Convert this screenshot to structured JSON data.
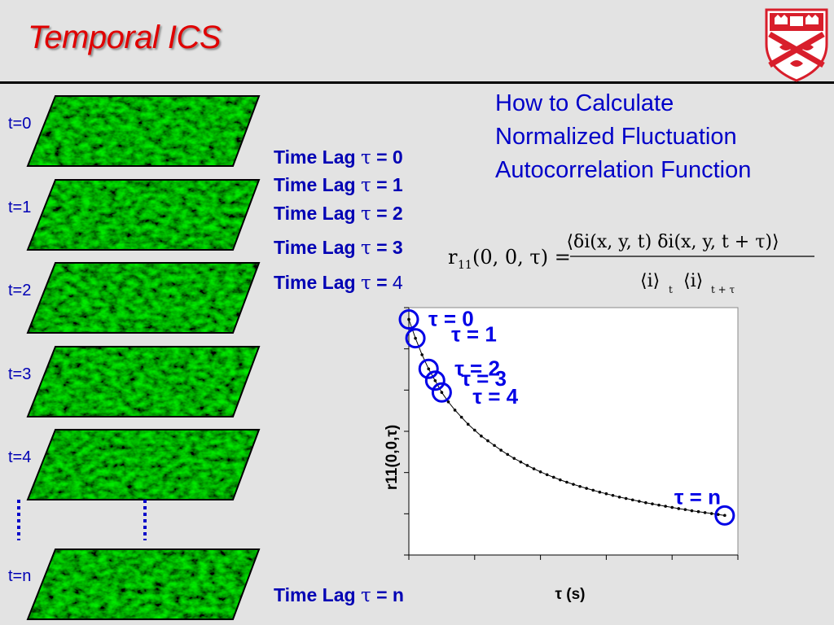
{
  "title": "Temporal ICS",
  "frames": [
    {
      "label": "t=0"
    },
    {
      "label": "t=1"
    },
    {
      "label": "t=2"
    },
    {
      "label": "t=3"
    },
    {
      "label": "t=4"
    },
    {
      "label": "t=n"
    }
  ],
  "time_lags": [
    {
      "prefix": "Time Lag",
      "tau": "τ",
      "eq": "=",
      "value": "0"
    },
    {
      "prefix": "Time Lag",
      "tau": "τ",
      "eq": "=",
      "value": "1"
    },
    {
      "prefix": "Time Lag",
      "tau": "τ",
      "eq": "=",
      "value": "2"
    },
    {
      "prefix": "Time Lag",
      "tau": "τ",
      "eq": "=",
      "value": "3"
    },
    {
      "prefix": "Time Lag",
      "tau": "τ",
      "eq": "=",
      "value": "4"
    },
    {
      "prefix": "Time Lag",
      "tau": "τ",
      "eq": "=",
      "value": "n"
    }
  ],
  "heading_lines": [
    "How to Calculate",
    "Normalized Fluctuation",
    "Autocorrelation Function"
  ],
  "formula": {
    "lhs": "r",
    "lhs_sub": "11",
    "lhs_args": "(0, 0, τ) =",
    "numerator": "⟨δi(x, y, t) δi(x, y, t + τ)⟩",
    "den_1": "⟨i⟩",
    "den_1_sub": "t",
    "den_2": "⟨i⟩",
    "den_2_sub": "t + τ"
  },
  "colors": {
    "title": "#e00000",
    "text_blue": "#0000b4",
    "frame_green": "#1fa81f",
    "crest_red": "#d81e2b"
  },
  "icons": {
    "crest": "mcgill-crest-icon"
  },
  "chart_data": {
    "type": "scatter",
    "ylabel": "r11(0,0,τ)",
    "xlabel": "τ (s)",
    "xlim": [
      0,
      50
    ],
    "ylim": [
      0,
      1.05
    ],
    "x": [
      0,
      1,
      2,
      3,
      4,
      5,
      6,
      7,
      8,
      9,
      10,
      11,
      12,
      13,
      14,
      15,
      16,
      17,
      18,
      19,
      20,
      21,
      22,
      23,
      24,
      25,
      26,
      27,
      28,
      29,
      30,
      31,
      32,
      33,
      34,
      35,
      36,
      37,
      38,
      39,
      40,
      41,
      42,
      43,
      44,
      45,
      46,
      47,
      48
    ],
    "y": [
      1.0,
      0.92,
      0.85,
      0.79,
      0.74,
      0.69,
      0.65,
      0.615,
      0.585,
      0.555,
      0.53,
      0.505,
      0.485,
      0.465,
      0.445,
      0.427,
      0.41,
      0.395,
      0.38,
      0.366,
      0.353,
      0.341,
      0.33,
      0.319,
      0.309,
      0.3,
      0.291,
      0.283,
      0.275,
      0.267,
      0.26,
      0.253,
      0.246,
      0.24,
      0.234,
      0.228,
      0.222,
      0.217,
      0.212,
      0.207,
      0.202,
      0.197,
      0.193,
      0.188,
      0.184,
      0.18,
      0.176,
      0.172,
      0.168
    ],
    "annotations": [
      {
        "text": "τ = 0",
        "x": 0
      },
      {
        "text": "τ = 1",
        "x": 1
      },
      {
        "text": "τ = 2",
        "x": 3
      },
      {
        "text": "τ = 3",
        "x": 4
      },
      {
        "text": "τ = 4",
        "x": 5
      },
      {
        "text": "τ = n",
        "x": 48
      }
    ],
    "grid": false
  }
}
